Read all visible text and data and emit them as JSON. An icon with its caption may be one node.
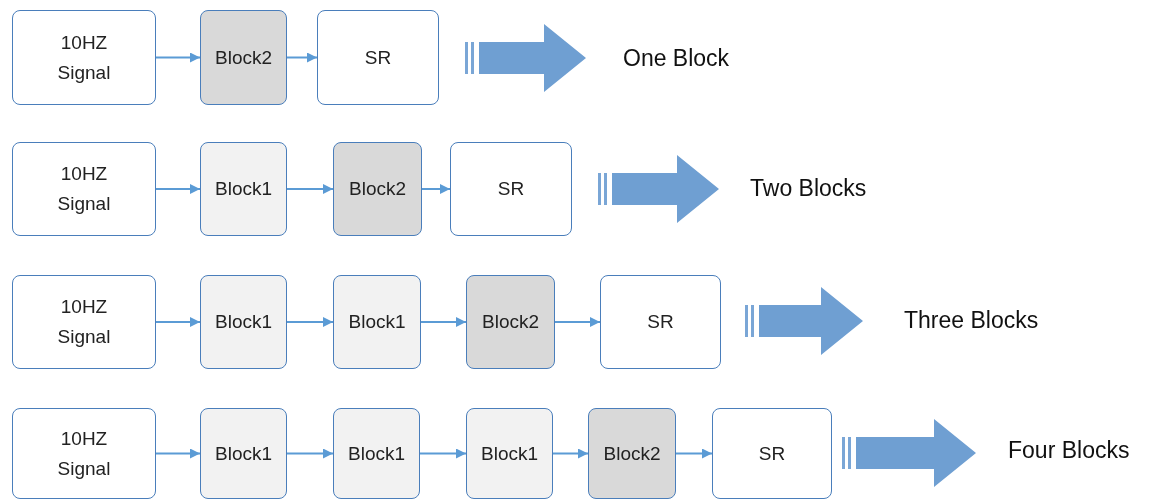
{
  "diagram": {
    "nodes": [
      {
        "text": [
          "10HZ Signal"
        ]
      },
      {
        "text": [
          "Block2"
        ]
      },
      {
        "text": [
          "SR"
        ]
      },
      {
        "text": [
          "10HZ Signal"
        ]
      },
      {
        "text": [
          "Block1"
        ]
      },
      {
        "text": [
          "Block2"
        ]
      },
      {
        "text": [
          "SR"
        ]
      },
      {
        "text": [
          "10HZ Signal"
        ]
      },
      {
        "text": [
          "Block1"
        ]
      },
      {
        "text": [
          "Block1"
        ]
      },
      {
        "text": [
          "Block2"
        ]
      },
      {
        "text": [
          "SR"
        ]
      },
      {
        "text": [
          "10HZ Signal"
        ]
      },
      {
        "text": [
          "Block1"
        ]
      },
      {
        "text": [
          "Block1"
        ]
      },
      {
        "text": [
          "Block1"
        ]
      },
      {
        "text": [
          "Block2"
        ]
      },
      {
        "text": [
          "SR"
        ]
      }
    ],
    "edges": [
      {
        "from": 0,
        "to": 1,
        "arrow": "to"
      },
      {
        "from": 1,
        "to": 2,
        "arrow": "to"
      },
      {
        "from": 3,
        "to": 4,
        "arrow": "to"
      },
      {
        "from": 4,
        "to": 5,
        "arrow": "to"
      },
      {
        "from": 5,
        "to": 6,
        "arrow": "to"
      },
      {
        "from": 7,
        "to": 8,
        "arrow": "to"
      },
      {
        "from": 8,
        "to": 9,
        "arrow": "to"
      },
      {
        "from": 9,
        "to": 10,
        "arrow": "to"
      },
      {
        "from": 10,
        "to": 11,
        "arrow": "to"
      },
      {
        "from": 12,
        "to": 13,
        "arrow": "to"
      },
      {
        "from": 13,
        "to": 14,
        "arrow": "to"
      },
      {
        "from": 14,
        "to": 15,
        "arrow": "to"
      },
      {
        "from": 15,
        "to": 16,
        "arrow": "to"
      },
      {
        "from": 16,
        "to": 17,
        "arrow": "to"
      }
    ],
    "labels": [
      "One Block",
      "Two Blocks",
      "Three Blocks",
      "Four Blocks"
    ]
  }
}
